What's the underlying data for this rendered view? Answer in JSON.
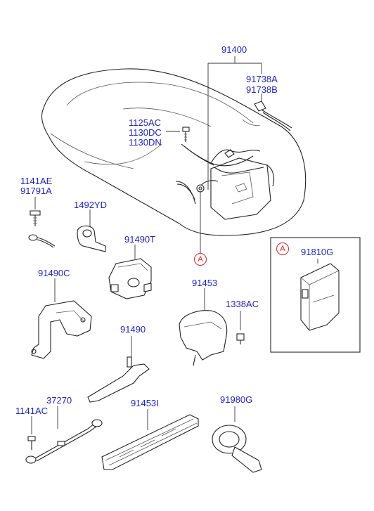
{
  "labels": {
    "p91400": "91400",
    "p91738a": "91738A",
    "p91738b": "91738B",
    "p1125ac": "1125AC",
    "p1130dc": "1130DC",
    "p1130dn": "1130DN",
    "p1141ae": "1141AE",
    "p91791a": "91791A",
    "p1492yd": "1492YD",
    "p91490t": "91490T",
    "p91490c": "91490C",
    "p91453": "91453",
    "p1338ac": "1338AC",
    "p91490": "91490",
    "p91810g": "91810G",
    "p37270": "37270",
    "p1141ac": "1141AC",
    "p91453i": "91453I",
    "p91980g": "91980G"
  },
  "callouts": {
    "main": "A",
    "box": "A"
  },
  "colors": {
    "label": "#1f23c8",
    "callout": "#e0222a",
    "line": "#222222"
  }
}
